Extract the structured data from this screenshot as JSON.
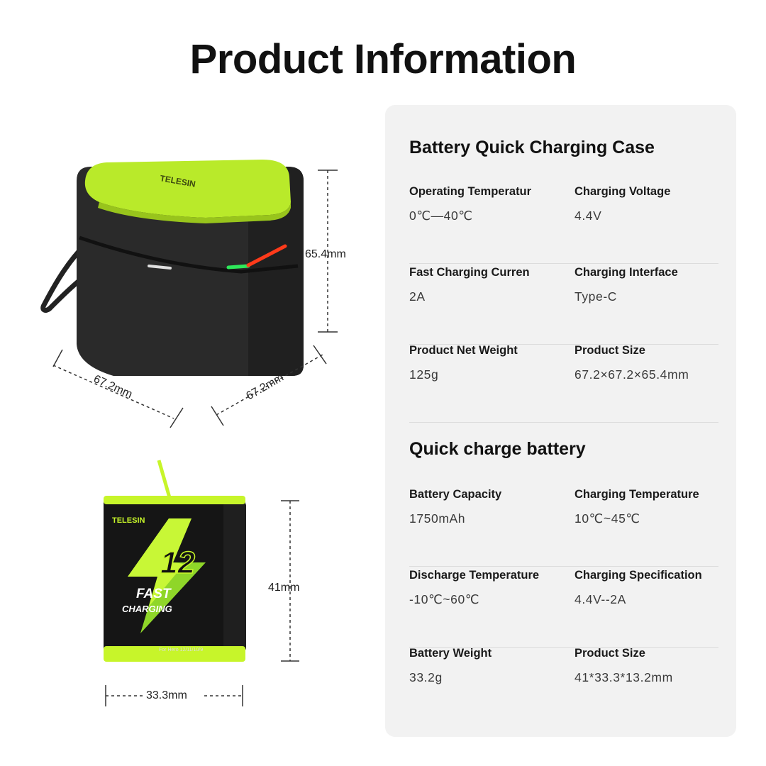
{
  "page": {
    "title": "Product Information"
  },
  "case_image": {
    "brand": "TELESIN",
    "height_label": "65.4mm",
    "width_label_left": "67.2mm",
    "width_label_right": "67.2mm",
    "colors": {
      "body": "#2b2b2b",
      "lid": "#b9ea2a",
      "led_red": "#ff2a1a",
      "led_green": "#2ee85a"
    }
  },
  "battery_image": {
    "brand": "TELESIN",
    "badge_number": "12",
    "badge_line1": "FAST",
    "badge_line2": "CHARGING",
    "model_text": "For Hero 12/11/10/9",
    "height_label": "41mm",
    "width_label": "33.3mm",
    "colors": {
      "body": "#161616",
      "accent": "#c7f52a"
    }
  },
  "case_spec": {
    "title": "Battery Quick Charging Case",
    "rows": [
      [
        {
          "label": "Operating Temperatur",
          "value": "0℃—40℃"
        },
        {
          "label": "Charging Voltage",
          "value": "4.4V"
        }
      ],
      [
        {
          "label": "Fast Charging Curren",
          "value": "2A"
        },
        {
          "label": "Charging Interface",
          "value": "Type-C"
        }
      ],
      [
        {
          "label": "Product Net Weight",
          "value": "125g"
        },
        {
          "label": "Product Size",
          "value": "67.2×67.2×65.4mm"
        }
      ]
    ]
  },
  "battery_spec": {
    "title": "Quick charge battery",
    "rows": [
      [
        {
          "label": "Battery Capacity",
          "value": "1750mAh"
        },
        {
          "label": "Charging Temperature",
          "value": "10℃~45℃"
        }
      ],
      [
        {
          "label": "Discharge Temperature",
          "value": "-10℃~60℃"
        },
        {
          "label": "Charging Specification",
          "value": "4.4V--2A"
        }
      ],
      [
        {
          "label": "Battery Weight",
          "value": "33.2g"
        },
        {
          "label": "Product Size",
          "value": "41*33.3*13.2mm"
        }
      ]
    ]
  }
}
